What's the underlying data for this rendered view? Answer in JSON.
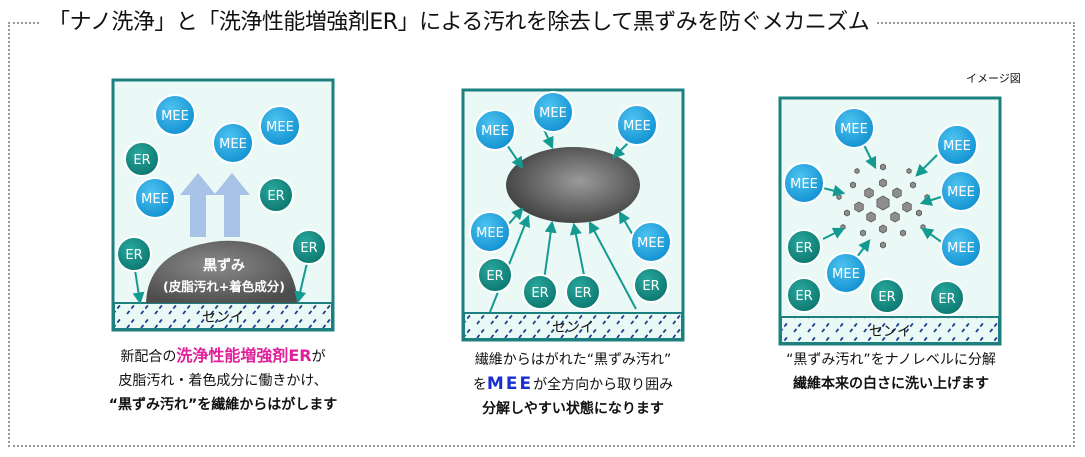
{
  "title": "「ナノ洗浄」と「洗浄性能増強剤ER」による汚れを除去して黒ずみを防ぐメカニズム",
  "image_label": "イメージ図",
  "labels": {
    "mee": "MEE",
    "er": "ER",
    "fiber": "センイ"
  },
  "colors": {
    "mee": "#1aa6e3",
    "er": "#0f8c84",
    "frame": "#1d7f7f",
    "fill": "#eaf8f6",
    "arrow": "#159a92",
    "up_arrow": "#a9c3e8",
    "grime": "#666666"
  },
  "panel1": {
    "grime_line1": "黒ずみ",
    "grime_line2": "(皮脂汚れ+着色成分)",
    "caption": {
      "l1_pre": "新配合の",
      "l1_highlight": "洗浄性能増強剤ER",
      "l1_post": "が",
      "l2": "皮脂汚れ・着色成分に働きかけ、",
      "l3": "“黒ずみ汚れ”を繊維からはがします"
    }
  },
  "panel2": {
    "caption": {
      "l1": "繊維からはがれた“黒ずみ汚れ”",
      "l2_pre": "を",
      "l2_highlight": "MEE",
      "l2_post": "が全方向から取り囲み",
      "l3": "分解しやすい状態になります"
    }
  },
  "panel3": {
    "caption": {
      "l1": "“黒ずみ汚れ”をナノレベルに分解",
      "l2": "繊維本来の白さに洗い上げます"
    }
  }
}
